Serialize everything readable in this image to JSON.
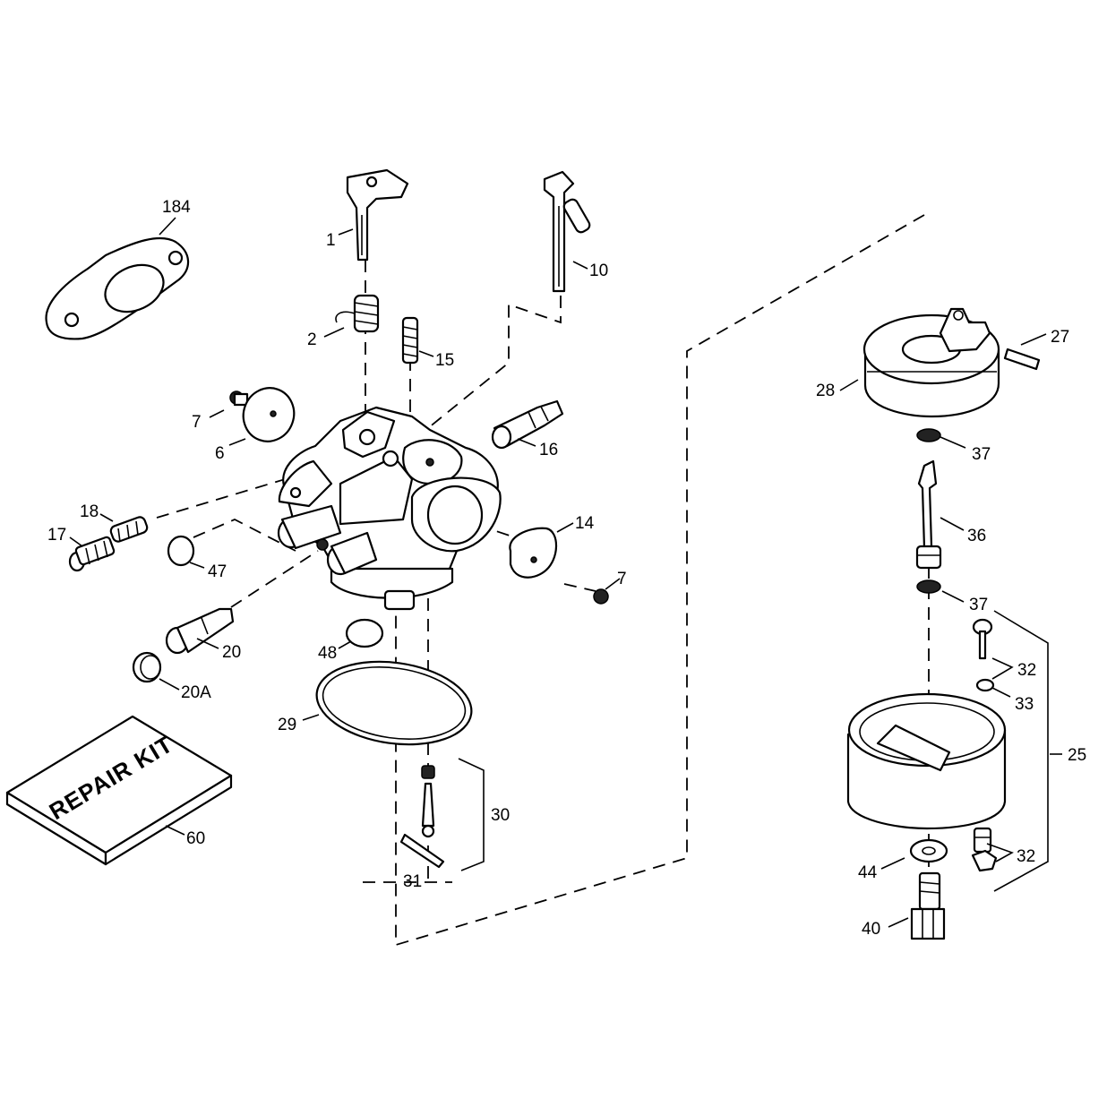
{
  "diagram": {
    "kit_label": "REPAIR KIT",
    "callouts": {
      "c184": "184",
      "c1": "1",
      "c10": "10",
      "c2": "2",
      "c15": "15",
      "c7a": "7",
      "c6": "6",
      "c16": "16",
      "c18": "18",
      "c17": "17",
      "c47": "47",
      "c14": "14",
      "c7b": "7",
      "c20": "20",
      "c48": "48",
      "c20A": "20A",
      "c29": "29",
      "c30": "30",
      "c60": "60",
      "c31": "31",
      "c27": "27",
      "c28": "28",
      "c37a": "37",
      "c36": "36",
      "c37b": "37",
      "c32a": "32",
      "c33": "33",
      "c25": "25",
      "c32b": "32",
      "c44": "44",
      "c40": "40"
    }
  }
}
